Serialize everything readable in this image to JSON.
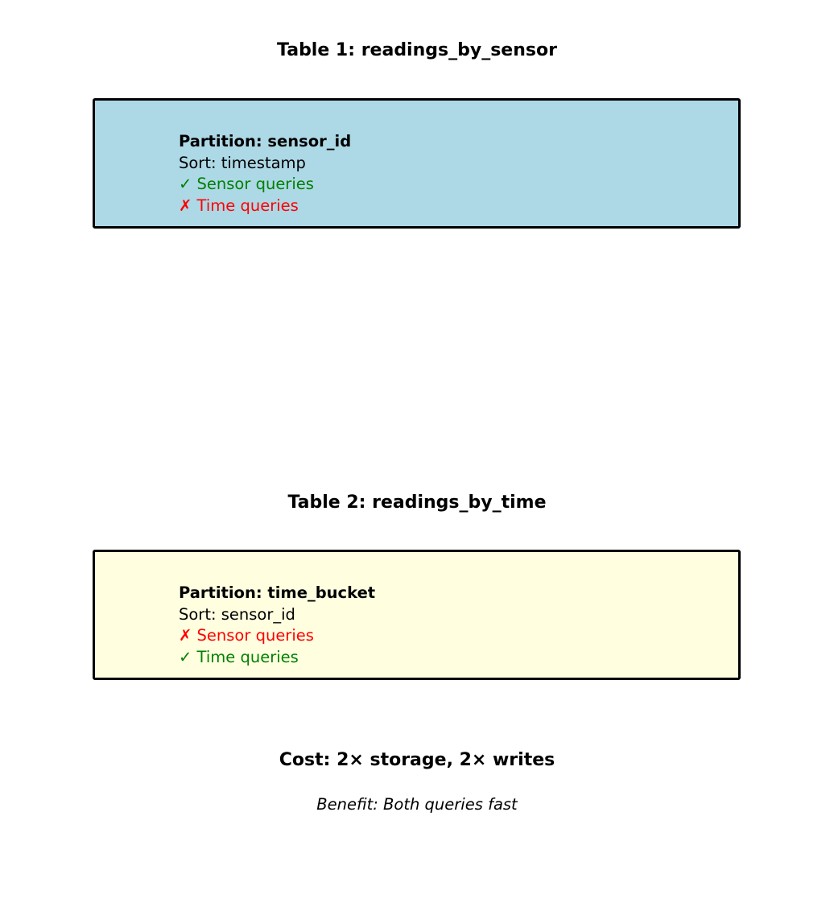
{
  "table1": {
    "title": "Table 1: readings_by_sensor",
    "partition": "Partition: sensor_id",
    "sort": "Sort: timestamp",
    "line3": "✓ Sensor queries",
    "line4": "✗ Time queries",
    "fill": "#add8e6"
  },
  "table2": {
    "title": "Table 2: readings_by_time",
    "partition": "Partition: time_bucket",
    "sort": "Sort: sensor_id",
    "line3": "✗ Sensor queries",
    "line4": "✓ Time queries",
    "fill": "#ffffe0"
  },
  "cost": "Cost: 2× storage, 2× writes",
  "benefit": "Benefit: Both queries fast"
}
